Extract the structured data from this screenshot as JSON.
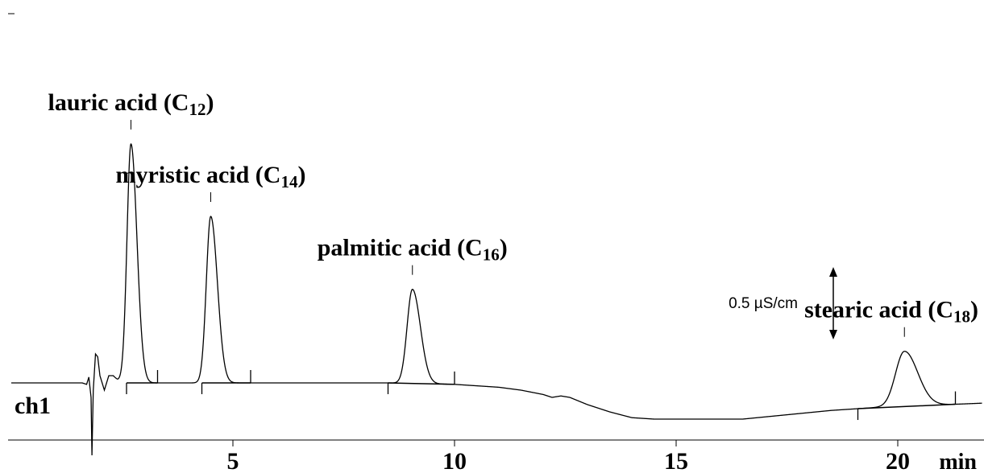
{
  "chart_data": {
    "type": "line",
    "channel": "ch1",
    "xlabel": "min",
    "xlim": [
      0,
      21.9
    ],
    "ylim": [
      -0.35,
      2.15
    ],
    "x_ticks": [
      5,
      10,
      15,
      20
    ],
    "x_tick_labels": [
      "5",
      "10",
      "15",
      "20"
    ],
    "scale_bar": {
      "label": "0.5 µS/cm",
      "value": 0.5,
      "center_y": 0.55
    },
    "baseline": [
      [
        0,
        0
      ],
      [
        1.6,
        0
      ],
      [
        1.7,
        -0.01
      ],
      [
        1.75,
        0.04
      ],
      [
        1.8,
        -0.1
      ],
      [
        1.82,
        -0.5
      ],
      [
        1.85,
        -0.05
      ],
      [
        1.9,
        0.2
      ],
      [
        1.95,
        0.18
      ],
      [
        2.0,
        0.05
      ],
      [
        2.1,
        -0.05
      ],
      [
        2.2,
        0.05
      ],
      [
        2.3,
        0.05
      ],
      [
        2.4,
        0.02
      ],
      [
        2.6,
        0
      ],
      [
        8.5,
        0
      ],
      [
        10,
        -0.01
      ],
      [
        11,
        -0.03
      ],
      [
        11.5,
        -0.05
      ],
      [
        12.0,
        -0.08
      ],
      [
        12.1,
        -0.09
      ],
      [
        12.2,
        -0.1
      ],
      [
        12.4,
        -0.09
      ],
      [
        12.6,
        -0.1
      ],
      [
        13.0,
        -0.15
      ],
      [
        13.5,
        -0.2
      ],
      [
        14,
        -0.24
      ],
      [
        14.5,
        -0.25
      ],
      [
        16.5,
        -0.25
      ],
      [
        17.5,
        -0.22
      ],
      [
        18.5,
        -0.19
      ],
      [
        19.5,
        -0.17
      ],
      [
        21.9,
        -0.14
      ]
    ],
    "peaks": [
      {
        "name": "lauric acid",
        "sub": "12",
        "rt": 2.7,
        "height": 1.65,
        "sigma": 0.09,
        "integration": [
          2.6,
          3.3
        ]
      },
      {
        "name": "myristic acid",
        "sub": "14",
        "rt": 4.5,
        "height": 1.15,
        "sigma": 0.1,
        "integration": [
          4.3,
          5.4
        ]
      },
      {
        "name": "palmitic acid",
        "sub": "16",
        "rt": 9.05,
        "height": 0.65,
        "sigma": 0.12,
        "integration": [
          8.5,
          10.0
        ]
      },
      {
        "name": "stearic acid",
        "sub": "18",
        "rt": 20.15,
        "height": 0.38,
        "sigma": 0.2,
        "integration": [
          19.1,
          21.3
        ]
      }
    ]
  }
}
